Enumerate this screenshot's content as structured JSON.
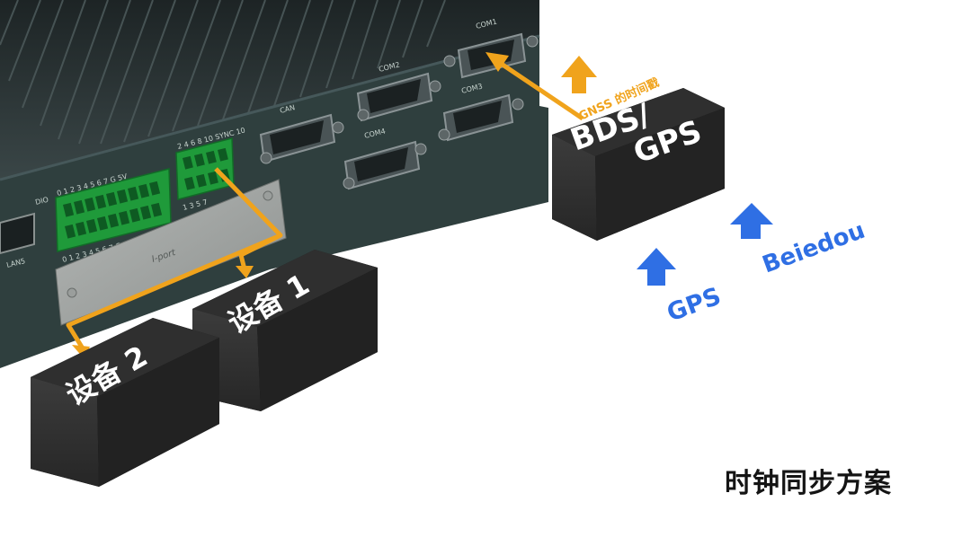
{
  "ports": {
    "com1": "COM1",
    "com2": "COM2",
    "com3": "COM3",
    "com4": "COM4",
    "can": "CAN",
    "lan": "LAN5",
    "iport": "I-port",
    "dio": "DIO",
    "dio_top_numbers": "0 1 2 3 4 5 6 7 G 5V",
    "dio_bottom_numbers": "0 1 2 3 4 5 6 7 G 5V",
    "sync_top": "2 4 6 8 10 SYNC 10",
    "sync_bottom": "1 3 5 7"
  },
  "receiver": {
    "line1": "BDS/",
    "line2": "GPS",
    "output_label": "GNSS 的时间戳"
  },
  "signals": {
    "gps": "GPS",
    "beidou": "Beiedou"
  },
  "devices": {
    "device1": "设备 1",
    "device2": "设备 2"
  },
  "colors": {
    "accent_orange": "#f0a31c",
    "signal_blue": "#2f6fe4",
    "chassis": "#2c3d3c",
    "module": "#2a2a2a"
  },
  "caption": "时钟同步方案"
}
